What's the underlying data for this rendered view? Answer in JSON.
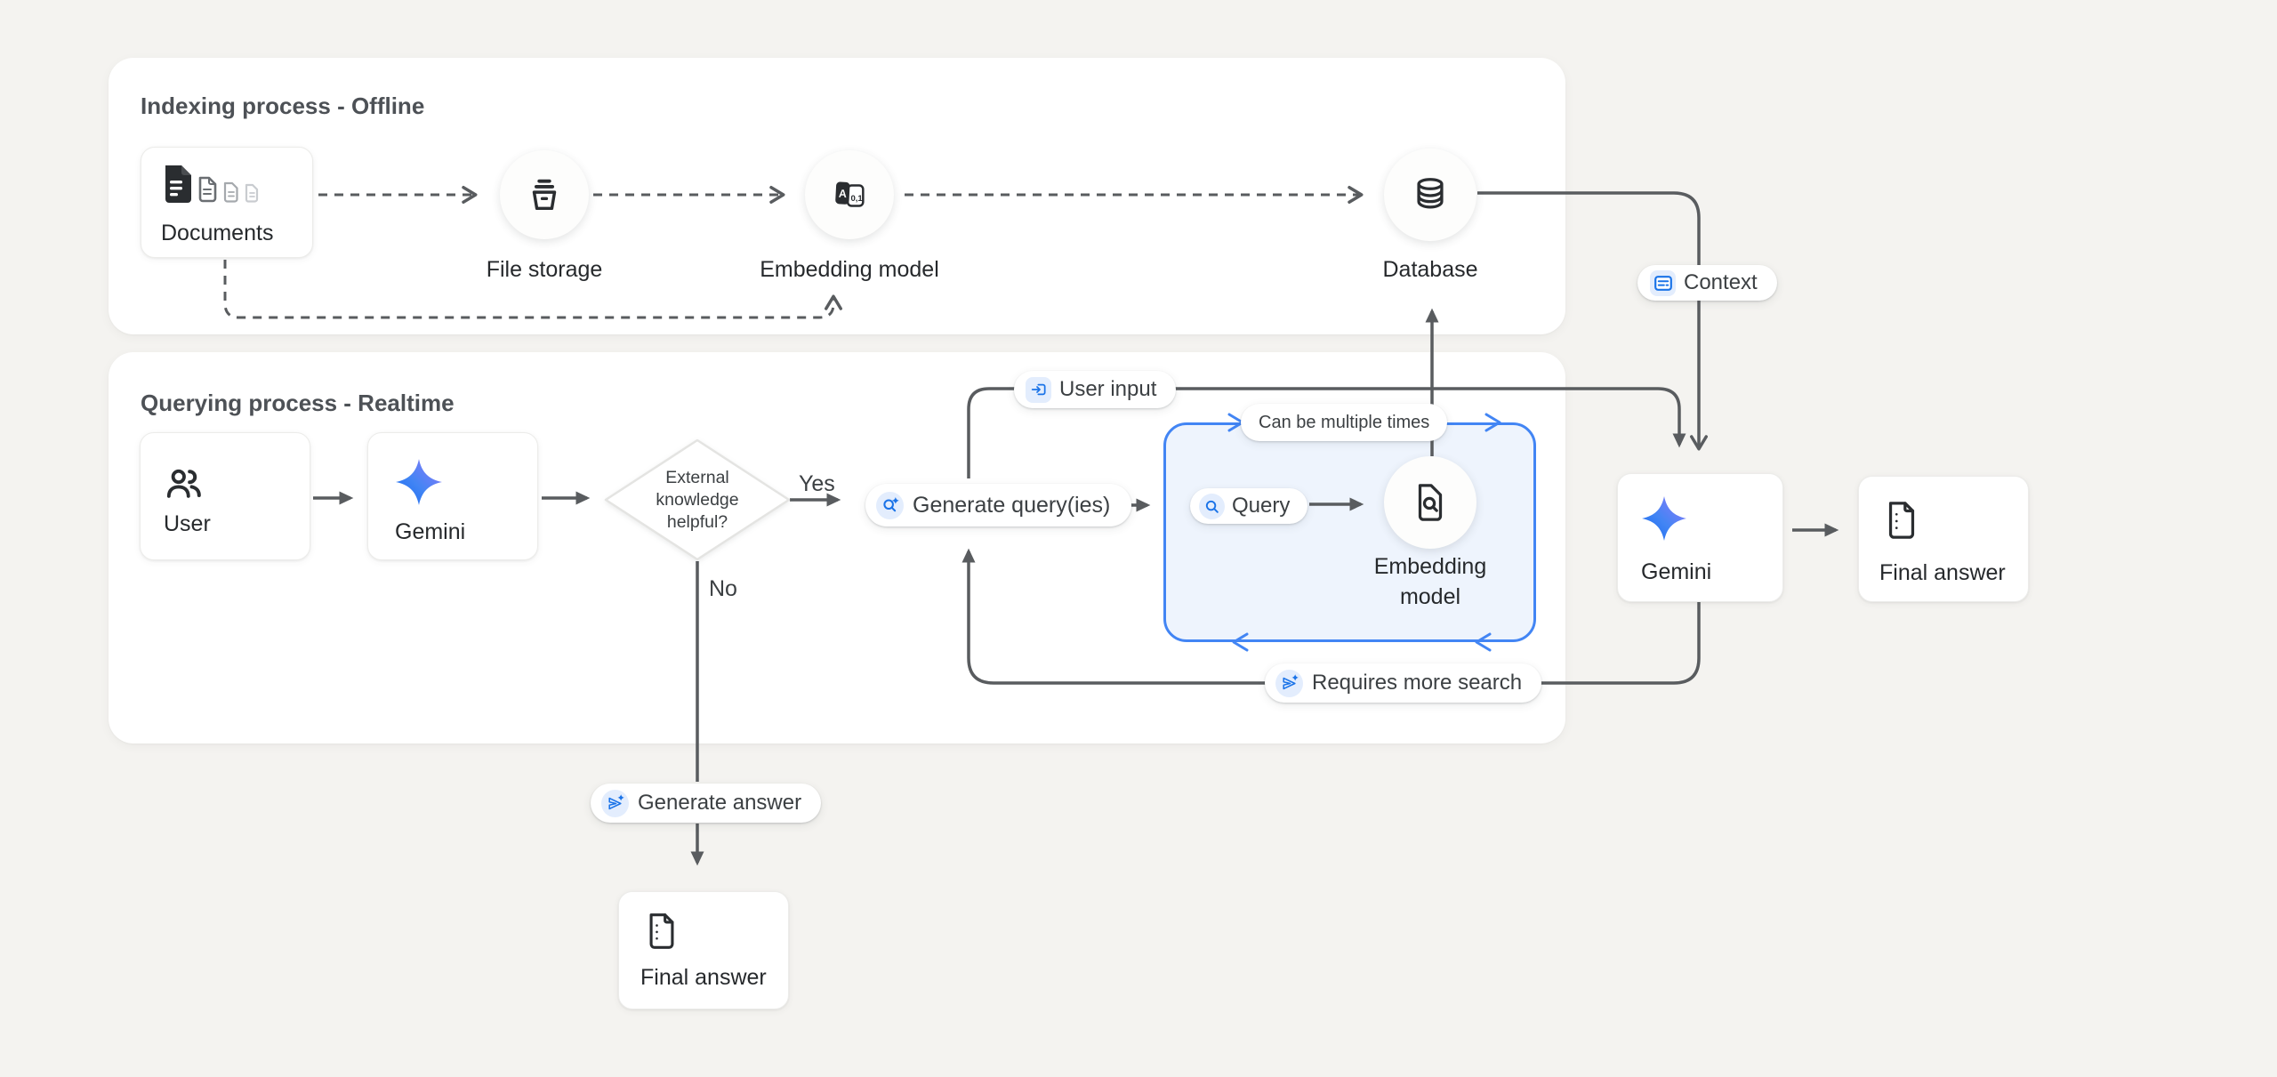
{
  "panels": {
    "indexing": {
      "title": "Indexing process - Offline"
    },
    "querying": {
      "title": "Querying process - Realtime"
    }
  },
  "nodes": {
    "documents": {
      "label": "Documents"
    },
    "file_storage": {
      "label": "File storage"
    },
    "embedding_model_offline": {
      "label": "Embedding model"
    },
    "database": {
      "label": "Database"
    },
    "user": {
      "label": "User"
    },
    "gemini_query": {
      "label": "Gemini"
    },
    "decision": {
      "line1": "External",
      "line2": "knowledge",
      "line3": "helpful?"
    },
    "generate_queries": {
      "label": "Generate query(ies)"
    },
    "query": {
      "label": "Query"
    },
    "embedding_model_realtime": {
      "line1": "Embedding",
      "line2": "model"
    },
    "gemini_answer": {
      "label": "Gemini"
    },
    "final_answer_top": {
      "label": "Final answer"
    },
    "final_answer_bottom": {
      "label": "Final answer"
    }
  },
  "edges": {
    "yes_label": "Yes",
    "no_label": "No"
  },
  "badges": {
    "user_input": "User input",
    "context": "Context",
    "can_be_multiple_times": "Can be multiple times",
    "requires_more_search": "Requires more search",
    "generate_answer": "Generate answer"
  },
  "icons": {
    "embedding_letter": "A",
    "embedding_digits": "0,1"
  },
  "colors": {
    "background": "#f4f3f0",
    "panel": "#ffffff",
    "line": "#595c5f",
    "accent-blue": "#4285f4",
    "icon-blue": "#1a73e8",
    "icon-blue-bg": "#e3edfd",
    "loop-fill": "#eef4fd",
    "text-dark": "#26292c",
    "text-gray": "#4d5156",
    "badge-text": "#3c4043",
    "icon-dark": "#2a2d30"
  }
}
